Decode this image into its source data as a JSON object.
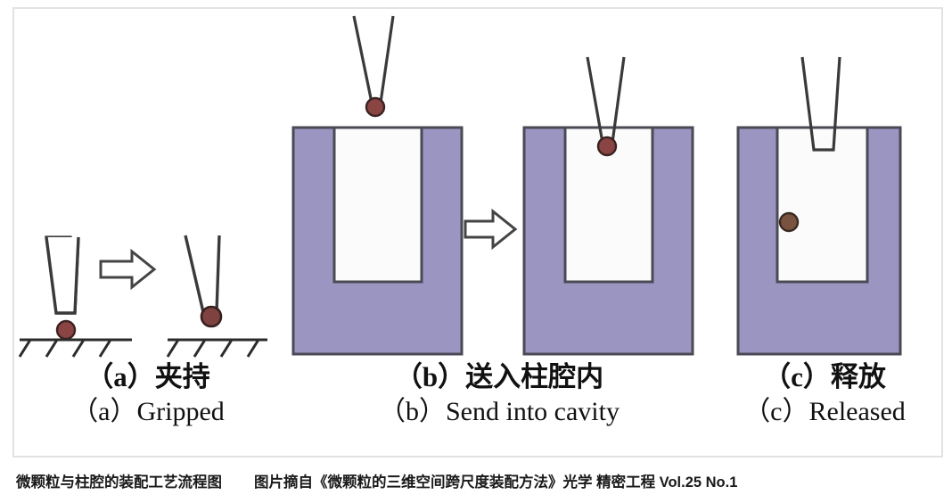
{
  "figure": {
    "title_cn": "微颗粒与柱腔的装配工艺流程图",
    "source_note": "图片摘自《微颗粒的三维空间跨尺度装配方法》光学 精密工程   Vol.25 No.1",
    "background_color": "#ffffff",
    "frame_color": "#e2e2e4"
  },
  "colors": {
    "block_fill": "#9a95c1",
    "block_stroke": "#4a4a55",
    "cavity_fill": "#fbfbfb",
    "particle_fill": "#8a4442",
    "particle_stroke": "#3a2322",
    "particle_released_fill": "#7a5240",
    "gripper_stroke": "#3a3a3a",
    "ground_stroke": "#2b2b2b",
    "arrow_stroke": "#444444"
  },
  "panels": [
    {
      "id": "a",
      "label_cn": "（a）夹持",
      "label_cn_paren": "（a）",
      "label_cn_text": "夹持",
      "label_en": "（a）Gripped",
      "steps": [
        {
          "name": "gripper-open-above-particle",
          "description": "open gripper above particle resting on hatched ground"
        },
        {
          "name": "gripper-holding-particle",
          "description": "gripper tips closed on particle lifted off ground"
        }
      ],
      "transition_arrow": "arrow-right"
    },
    {
      "id": "b",
      "label_cn": "（b）送入柱腔内",
      "label_cn_paren": "（b）",
      "label_cn_text": "送入柱腔内",
      "label_en": "（b）Send into cavity",
      "steps": [
        {
          "name": "gripper-above-cavity",
          "description": "gripper with particle held above the open cylindrical cavity"
        },
        {
          "name": "gripper-entering-cavity",
          "description": "gripper with particle inserted into the cavity mouth"
        }
      ],
      "transition_arrow": "arrow-right"
    },
    {
      "id": "c",
      "label_cn": "（c）释放",
      "label_cn_paren": "（c）",
      "label_cn_text": "释放",
      "label_en": "（c）Released",
      "steps": [
        {
          "name": "gripper-released-particle",
          "description": "gripper tips opened at cavity mouth, particle free inside the cavity"
        }
      ],
      "transition_arrow": ""
    }
  ]
}
